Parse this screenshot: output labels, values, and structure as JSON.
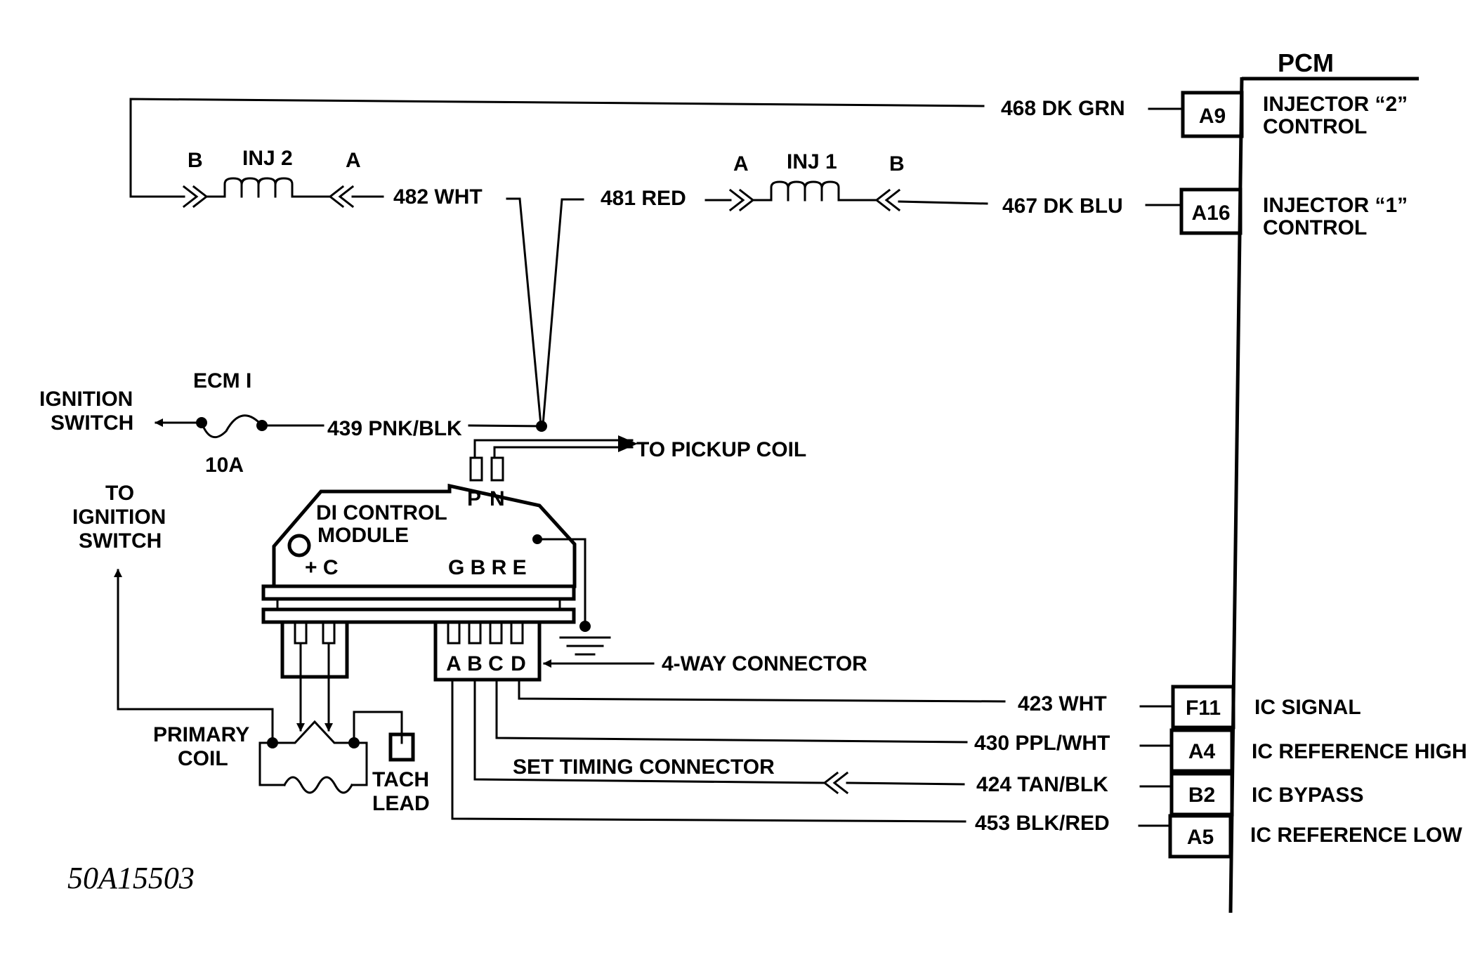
{
  "pcm": {
    "title": "PCM",
    "pins": {
      "a9": "A9",
      "a16": "A16",
      "f11": "F11",
      "a4": "A4",
      "b2": "B2",
      "a5": "A5"
    },
    "functions": {
      "inj2_line1": "INJECTOR “2”",
      "inj2_line2": "CONTROL",
      "inj1_line1": "INJECTOR “1”",
      "inj1_line2": "CONTROL",
      "ic_signal": "IC SIGNAL",
      "ic_ref_high": "IC REFERENCE HIGH",
      "ic_bypass": "IC BYPASS",
      "ic_ref_low": "IC REFERENCE LOW"
    }
  },
  "wires": {
    "w468": "468 DK GRN",
    "w467": "467 DK BLU",
    "w482": "482 WHT",
    "w481": "481 RED",
    "w439": "439 PNK/BLK",
    "w423": "423 WHT",
    "w430": "430 PPL/WHT",
    "w424": "424 TAN/BLK",
    "w453": "453 BLK/RED"
  },
  "injectors": {
    "inj2": {
      "name": "INJ 2",
      "pin_left": "B",
      "pin_right": "A"
    },
    "inj1": {
      "name": "INJ 1",
      "pin_left": "A",
      "pin_right": "B"
    }
  },
  "fuse": {
    "name": "ECM I",
    "rating": "10A"
  },
  "labels": {
    "ign_switch_1": "IGNITION",
    "ign_switch_2": "SWITCH",
    "to_ign_1": "TO",
    "to_ign_2": "IGNITION",
    "to_ign_3": "SWITCH",
    "to_pickup": "TO  PICKUP COIL",
    "module_1": "DI CONTROL",
    "module_2": "MODULE",
    "plus_c": "+ C",
    "pn_p": "P",
    "pn_n": "N",
    "gbre": "G B R E",
    "four_way": "4-WAY CONNECTOR",
    "conn_a": "A",
    "conn_b": "B",
    "conn_c": "C",
    "conn_d": "D",
    "set_timing": "SET TIMING CONNECTOR",
    "primary_1": "PRIMARY",
    "primary_2": "COIL",
    "tach_1": "TACH",
    "tach_2": "LEAD",
    "figure_id": "50A15503"
  }
}
